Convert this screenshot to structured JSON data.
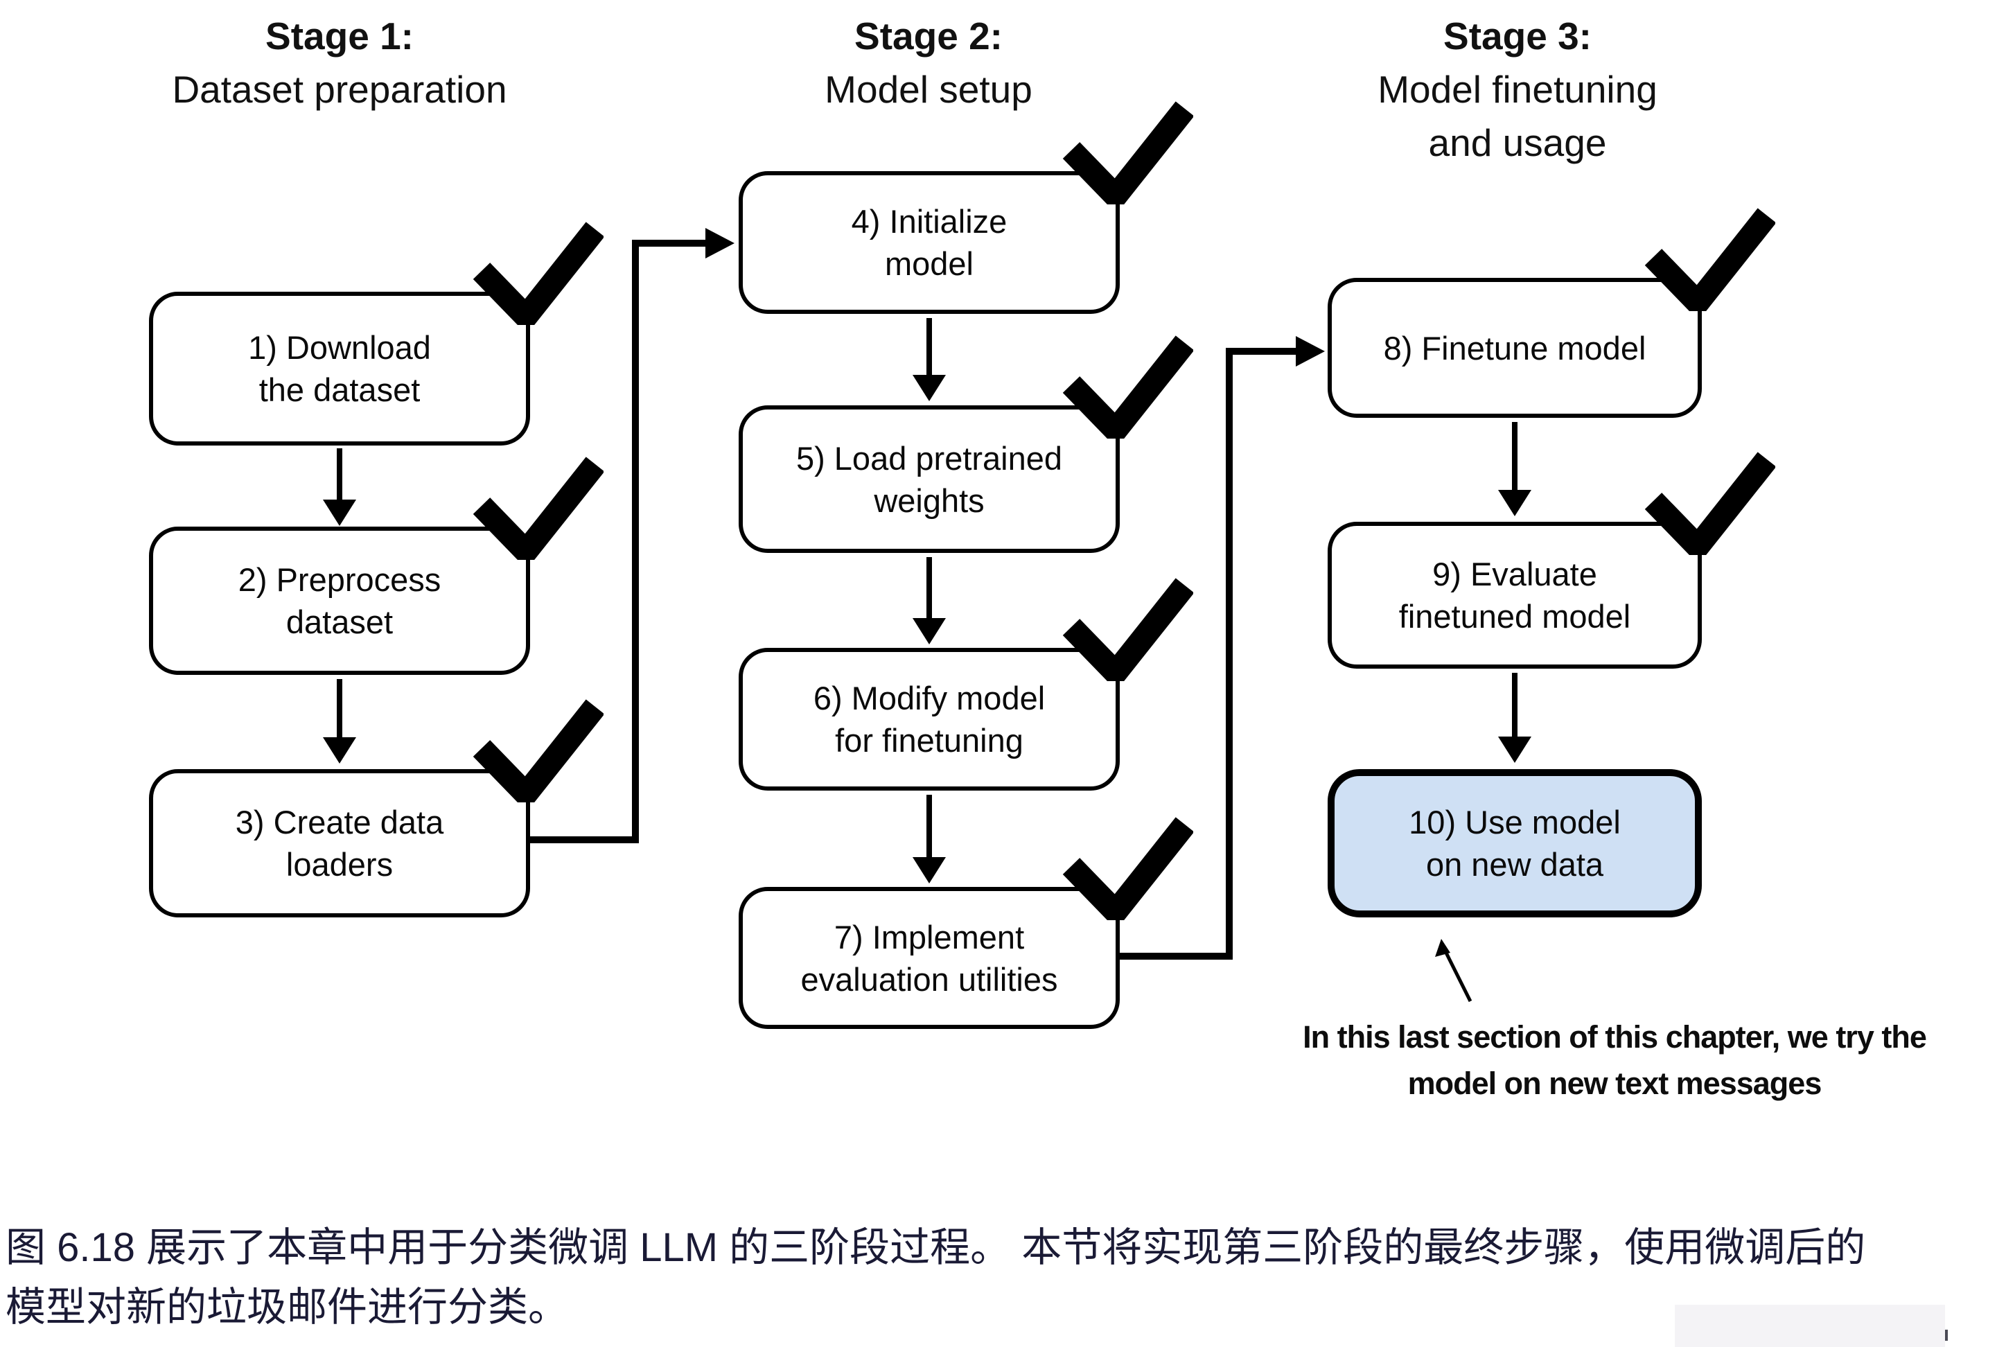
{
  "figure": {
    "stages": [
      {
        "title": "Stage 1:",
        "line2": "Dataset preparation",
        "line3": ""
      },
      {
        "title": "Stage 2:",
        "line2": "Model setup",
        "line3": ""
      },
      {
        "title": "Stage 3:",
        "line2": "Model finetuning",
        "line3": "and usage"
      }
    ],
    "steps": [
      {
        "lines": [
          "1) Download",
          "the dataset"
        ],
        "checked": true
      },
      {
        "lines": [
          "2) Preprocess",
          "dataset"
        ],
        "checked": true
      },
      {
        "lines": [
          "3) Create data",
          "loaders"
        ],
        "checked": true
      },
      {
        "lines": [
          "4) Initialize",
          "model"
        ],
        "checked": true
      },
      {
        "lines": [
          "5) Load pretrained",
          "weights"
        ],
        "checked": true
      },
      {
        "lines": [
          "6) Modify model",
          "for finetuning"
        ],
        "checked": true
      },
      {
        "lines": [
          "7) Implement",
          "evaluation utilities"
        ],
        "checked": true
      },
      {
        "lines": [
          "8) Finetune model"
        ],
        "checked": true
      },
      {
        "lines": [
          "9) Evaluate",
          "finetuned model"
        ],
        "checked": true
      },
      {
        "lines": [
          "10) Use model",
          "on new data"
        ],
        "checked": false,
        "highlighted": true
      }
    ],
    "annotation": {
      "line1": "In this last section of this chapter, we try the",
      "line2": "model on new text messages"
    },
    "caption": {
      "line1": "图 6.18 展示了本章中用于分类微调 LLM 的三阶段过程。 本节将实现第三阶段的最终步骤，使用微调后的",
      "line2": "模型对新的垃圾邮件进行分类。"
    },
    "colors": {
      "highlight_fill": "#cfe0f4",
      "caption_text": "#1a1a35",
      "ink": "#000000"
    }
  }
}
